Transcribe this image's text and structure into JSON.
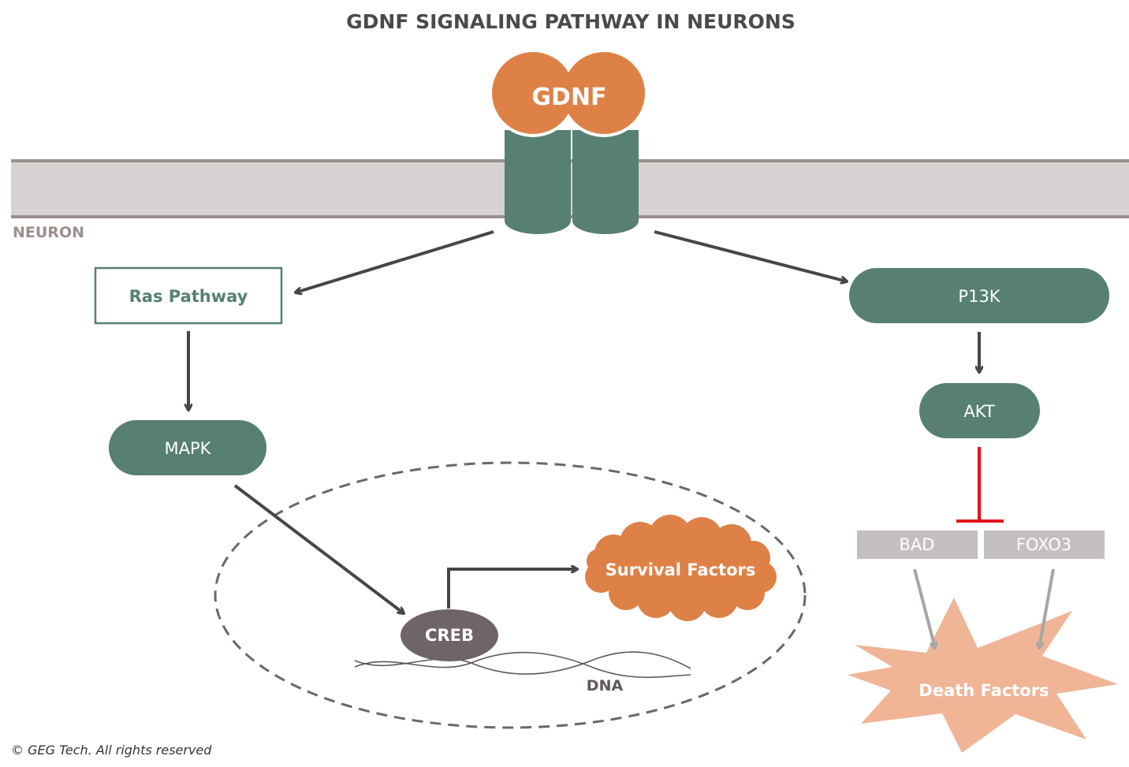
{
  "title": "GDNF SIGNALING PATHWAY IN NEURONS",
  "ligand": {
    "label": "GDNF"
  },
  "membrane": {
    "label": "NEURON"
  },
  "nodes": {
    "ras": "Ras Pathway",
    "mapk": "MAPK",
    "creb": "CREB",
    "survival": "Survival Factors",
    "dna": "DNA",
    "pi3k": "P13K",
    "akt": "AKT",
    "bad": "BAD",
    "foxo3": "FOXO3",
    "death": "Death Factors"
  },
  "footer": {
    "copyright": "© GEG Tech. All rights reserved"
  },
  "colors": {
    "teal": "#577f74",
    "orange": "#de8147",
    "membrane": "#d6d2d1",
    "arrow": "#4a4446",
    "inhibit": "#e3131b",
    "grey_box": "#c3bfbe",
    "death_burst": "#efb596",
    "creb": "#6f6566"
  }
}
